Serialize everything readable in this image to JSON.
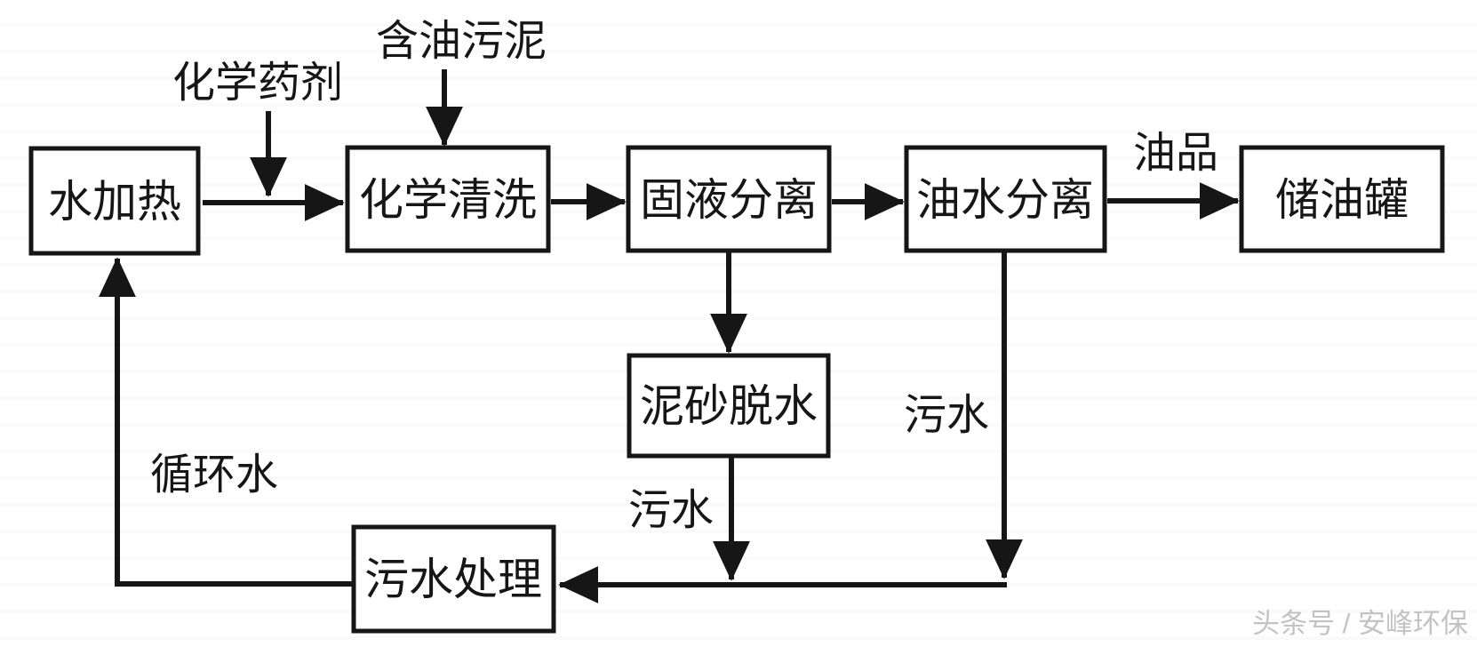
{
  "diagram": {
    "type": "process-flowchart",
    "subject": "oily sludge treatment process",
    "boxes": {
      "water_heating": "水加热",
      "chemical_washing": "化学清洗",
      "solid_liquid_separation": "固液分离",
      "oil_water_separation": "油水分离",
      "oil_storage_tank": "储油罐",
      "sand_dewatering": "泥砂脱水",
      "wastewater_treatment": "污水处理"
    },
    "edge_labels": {
      "oily_sludge_input": "含油污泥",
      "chemical_agent_input": "化学药剂",
      "oil_product": "油品",
      "wastewater_from_oil_water_separation": "污水",
      "wastewater_from_sand_dewatering": "污水",
      "circulating_water": "循环水"
    },
    "watermark": "头条号 / 安峰环保",
    "colors": {
      "line": "#161616",
      "box_fill": "#ffffff",
      "background": "#ffffff",
      "watermark": "#c3c3c3"
    }
  }
}
